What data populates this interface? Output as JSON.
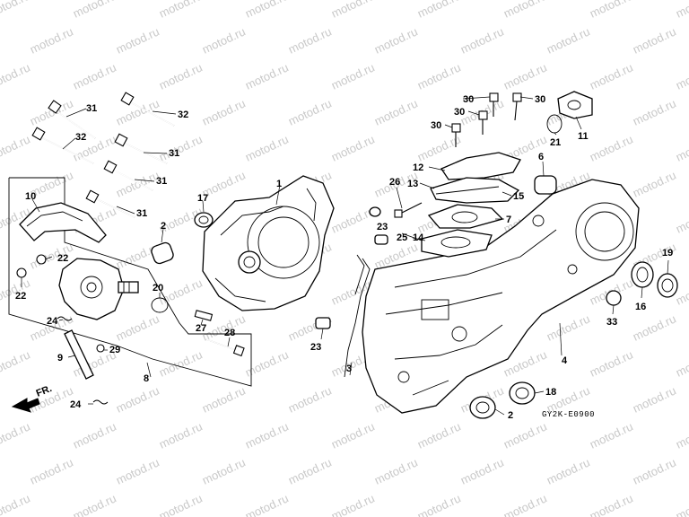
{
  "watermark": "motod.ru",
  "diagram_code": "GY2K-E0900",
  "direction_label": "FR.",
  "callouts": {
    "c1": "1",
    "c2a": "2",
    "c2b": "2",
    "c3": "3",
    "c4": "4",
    "c6": "6",
    "c7": "7",
    "c8": "8",
    "c9": "9",
    "c10": "10",
    "c11": "11",
    "c12": "12",
    "c13": "13",
    "c14": "14",
    "c15": "15",
    "c16": "16",
    "c17": "17",
    "c18": "18",
    "c19": "19",
    "c20": "20",
    "c21": "21",
    "c22a": "22",
    "c22b": "22",
    "c23a": "23",
    "c23b": "23",
    "c24a": "24",
    "c24b": "24",
    "c25": "25",
    "c26": "26",
    "c27": "27",
    "c28": "28",
    "c29": "29",
    "c30a": "30",
    "c30b": "30",
    "c30c": "30",
    "c30d": "30",
    "c31a": "31",
    "c31b": "31",
    "c31c": "31",
    "c31d": "31",
    "c32a": "32",
    "c32b": "32",
    "c33": "33"
  },
  "colors": {
    "line": "#000000",
    "watermark": "#c9c9c9",
    "background": "#ffffff"
  }
}
